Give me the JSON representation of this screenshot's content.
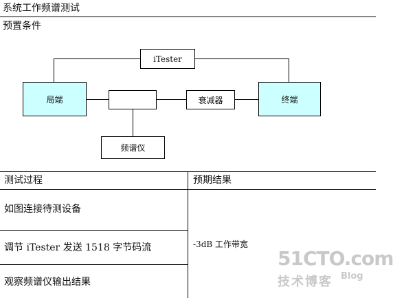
{
  "title": "系统工作频谱测试",
  "preset_label": "预置条件",
  "diagram": {
    "itester": "iTester",
    "local_end": "局端",
    "terminal": "终端",
    "attenuator": "衰减器",
    "spectrum_analyzer": "频谱仪"
  },
  "table": {
    "col1_header": "测试过程",
    "col2_header": "预期结果",
    "steps": [
      "如图连接待测设备",
      "调节 iTester 发送 1518 字节码流",
      "观察频谱仪输出结果"
    ],
    "expected": "-3dB 工作带宽"
  },
  "watermark": {
    "line1": "51CTO.com",
    "line2": "技术博客",
    "line3": "Blog"
  }
}
